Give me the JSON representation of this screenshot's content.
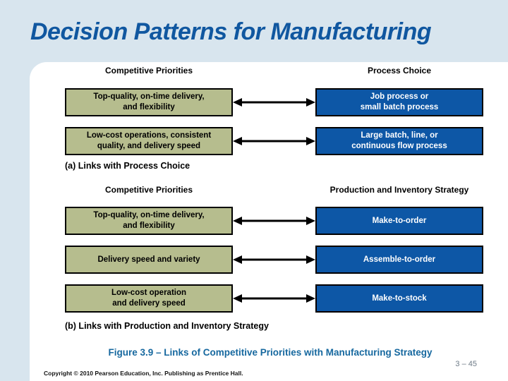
{
  "slide": {
    "title": "Decision Patterns for Manufacturing",
    "figure_caption": "Figure 3.9 – Links of Competitive Priorities with Manufacturing Strategy",
    "page_number": "3 – 45",
    "copyright": "Copyright © 2010 Pearson Education, Inc. Publishing as Prentice Hall."
  },
  "colors": {
    "background": "#d8e5ee",
    "panel": "#ffffff",
    "title_text": "#1057a0",
    "left_box_fill": "#b6bd8e",
    "left_box_text": "#000000",
    "right_box_fill": "#0d57a6",
    "right_box_text": "#ffffff",
    "arrow": "#000000",
    "caption_text": "#16689f",
    "page_number_text": "#6e7b87"
  },
  "diagram_a": {
    "left_header": "Competitive Priorities",
    "right_header": "Process Choice",
    "caption": "(a) Links with Process Choice",
    "rows": [
      {
        "left": "Top-quality, on-time delivery,\nand flexibility",
        "right": "Job process or\nsmall batch process"
      },
      {
        "left": "Low-cost operations, consistent\nquality, and delivery speed",
        "right": "Large batch, line, or\ncontinuous flow process"
      }
    ]
  },
  "diagram_b": {
    "left_header": "Competitive Priorities",
    "right_header": "Production and Inventory Strategy",
    "caption": "(b) Links with Production and Inventory Strategy",
    "rows": [
      {
        "left": "Top-quality, on-time delivery,\nand flexibility",
        "right": "Make-to-order"
      },
      {
        "left": "Delivery speed and variety",
        "right": "Assemble-to-order"
      },
      {
        "left": "Low-cost operation\nand delivery speed",
        "right": "Make-to-stock"
      }
    ]
  }
}
